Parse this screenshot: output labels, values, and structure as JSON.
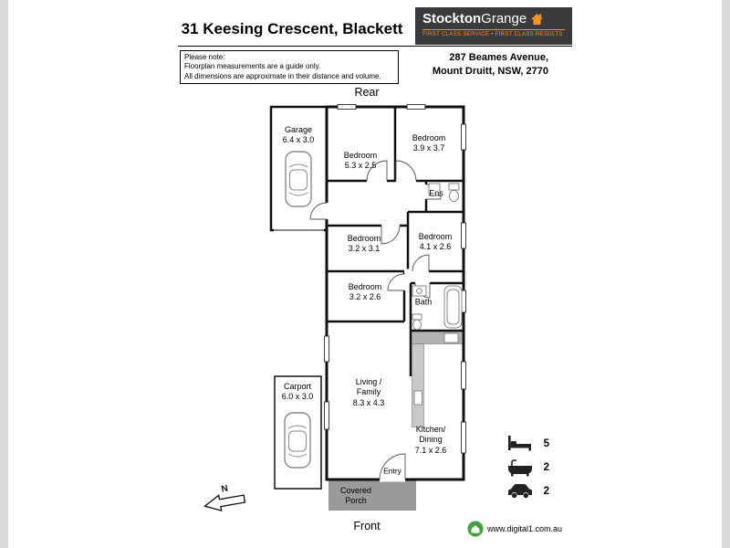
{
  "header": {
    "title": "31 Keesing Crescent, Blackett",
    "logo": {
      "brand_bold": "Stockton",
      "brand_light": "Grange",
      "tagline": "FIRST CLASS SERVICE • FIRST CLASS RESULTS"
    }
  },
  "note": {
    "line1": "Please note:",
    "line2": "Floorplan measurements are a guide only.",
    "line3": "All dimensions are approximate in their distance and volume."
  },
  "address": {
    "line1": "287 Beames Avenue,",
    "line2": "Mount Druitt, NSW, 2770"
  },
  "floorplan": {
    "rear_label": "Rear",
    "front_label": "Front",
    "compass": "N",
    "rooms": [
      {
        "name": "Garage",
        "dims": "6.4 x 3.0"
      },
      {
        "name": "Bedroom",
        "dims": "5.3 x 2.5"
      },
      {
        "name": "Bedroom",
        "dims": "3.9 x 3.7"
      },
      {
        "name": "Ens",
        "dims": ""
      },
      {
        "name": "Bedroom",
        "dims": "3.2 x 3.1"
      },
      {
        "name": "Bedroom",
        "dims": "4.1 x 2.6"
      },
      {
        "name": "Bedroom",
        "dims": "3.2 x 2.6"
      },
      {
        "name": "Bath",
        "dims": ""
      },
      {
        "name": "Living / Family",
        "dims": "8.3 x 4.3"
      },
      {
        "name": "Kitchen/ Dining",
        "dims": "7.1 x 2.6"
      },
      {
        "name": "Carport",
        "dims": "6.0 x 3.0"
      },
      {
        "name": "Entry",
        "dims": ""
      },
      {
        "name": "Covered Porch",
        "dims": ""
      }
    ]
  },
  "legend": {
    "bedrooms": "5",
    "bathrooms": "2",
    "cars": "2"
  },
  "footer": {
    "website": "www.digital1.com.au"
  },
  "colors": {
    "accent_orange": "#f7941d",
    "logo_background": "#3b3b3d",
    "digital1_green": "#3fa33c",
    "porch_gray": "#9a9a9a"
  }
}
